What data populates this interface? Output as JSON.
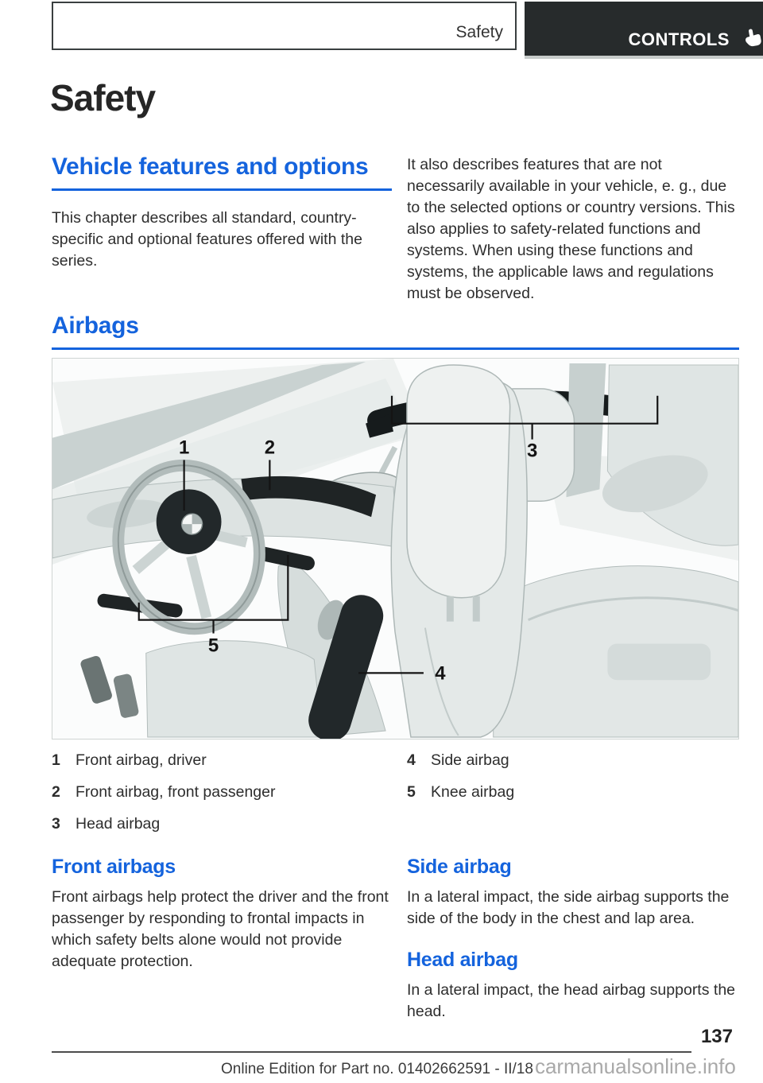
{
  "colors": {
    "accent_blue": "#1463dd",
    "header_dark": "#272b2c",
    "ink": "#2d2d2d",
    "artwork_dark": "#1f2425"
  },
  "header": {
    "breadcrumb": "Safety",
    "tab_label": "CONTROLS"
  },
  "title": "Safety",
  "intro": {
    "heading": "Vehicle features and options",
    "left_paragraph": "This chapter describes all standard, country-specific and optional features offered with the series.",
    "right_paragraph": "It also describes features that are not necessarily available in your vehicle, e. g., due to the selected options or country versions. This also applies to safety-related functions and systems. When using these functions and systems, the applicable laws and regulations must be observed."
  },
  "airbags": {
    "heading": "Airbags",
    "figure": {
      "description": "Car interior illustration showing airbag locations",
      "callouts": [
        "1",
        "2",
        "3",
        "4",
        "5"
      ],
      "legend_left": [
        {
          "num": "1",
          "label": "Front airbag, driver"
        },
        {
          "num": "2",
          "label": "Front airbag, front passenger"
        },
        {
          "num": "3",
          "label": "Head airbag"
        }
      ],
      "legend_right": [
        {
          "num": "4",
          "label": "Side airbag"
        },
        {
          "num": "5",
          "label": "Knee airbag"
        }
      ]
    },
    "subsections": {
      "front": {
        "heading": "Front airbags",
        "body": "Front airbags help protect the driver and the front passenger by responding to frontal impacts in which safety belts alone would not provide adequate protection."
      },
      "side": {
        "heading": "Side airbag",
        "body": "In a lateral impact, the side airbag supports the side of the body in the chest and lap area."
      },
      "head": {
        "heading": "Head airbag",
        "body": "In a lateral impact, the head airbag supports the head."
      }
    }
  },
  "footer": {
    "page_number": "137",
    "edition_note": "Online Edition for Part no. 01402662591 - II/18",
    "watermark": "carmanualsonline.info"
  }
}
